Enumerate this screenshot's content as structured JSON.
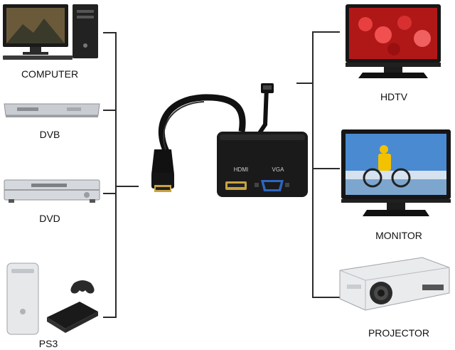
{
  "sources": [
    {
      "label": "COMPUTER",
      "icon": "computer-icon"
    },
    {
      "label": "DVB",
      "icon": "dvb-receiver-icon"
    },
    {
      "label": "DVD",
      "icon": "dvd-player-icon"
    },
    {
      "label": "PS3",
      "icon": "ps3-console-icon"
    }
  ],
  "displays": [
    {
      "label": "HDTV",
      "icon": "hdtv-icon"
    },
    {
      "label": "MONITOR",
      "icon": "monitor-icon"
    },
    {
      "label": "PROJECTOR",
      "icon": "projector-icon"
    }
  ],
  "adapter": {
    "icon": "hdmi-splitter-adapter",
    "port_labels": [
      "HDMI",
      "VGA"
    ]
  },
  "colors": {
    "line": "#2b2b2b",
    "device_black": "#1a1a1a",
    "device_silver": "#cfd2d6"
  }
}
